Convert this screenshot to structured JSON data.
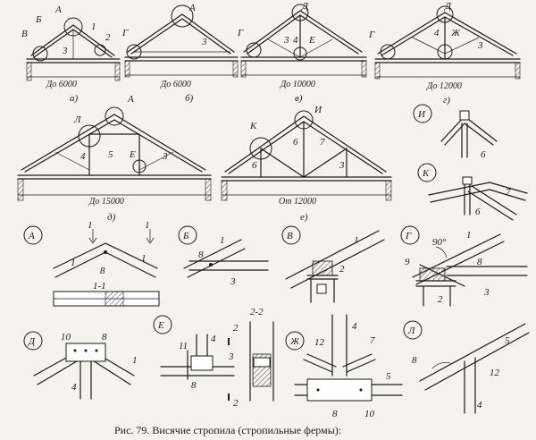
{
  "trusses": [
    {
      "label": "а)",
      "span": "До 6000",
      "nodes": [
        "А",
        "Б",
        "В"
      ],
      "members": [
        "1",
        "2",
        "3"
      ]
    },
    {
      "label": "б)",
      "span": "До 6000",
      "nodes": [
        "А",
        "Г"
      ],
      "members": [
        "3"
      ]
    },
    {
      "label": "в)",
      "span": "До 10000",
      "nodes": [
        "Д",
        "Г",
        "Е"
      ],
      "members": [
        "3",
        "4"
      ]
    },
    {
      "label": "г)",
      "span": "До 12000",
      "nodes": [
        "Д",
        "Г",
        "Ж"
      ],
      "members": [
        "4",
        "3"
      ]
    },
    {
      "label": "д)",
      "span": "До 15000",
      "nodes": [
        "А",
        "Л",
        "Е"
      ],
      "members": [
        "4",
        "5",
        "3"
      ]
    },
    {
      "label": "е)",
      "span": "От 12000",
      "nodes": [
        "И",
        "К"
      ],
      "members": [
        "6",
        "7",
        "6",
        "3"
      ]
    }
  ],
  "details": [
    {
      "id": "И",
      "members": [
        "6"
      ]
    },
    {
      "id": "К",
      "members": [
        "6",
        "7"
      ]
    },
    {
      "id": "А",
      "members": [
        "1",
        "1",
        "8"
      ],
      "section_marks": [
        "1",
        "1"
      ],
      "section": "1-1"
    },
    {
      "id": "Б",
      "members": [
        "1",
        "8",
        "3"
      ]
    },
    {
      "id": "В",
      "members": [
        "1",
        "2"
      ]
    },
    {
      "id": "Г",
      "members": [
        "1",
        "8",
        "2",
        "3",
        "9"
      ],
      "angle": "90°"
    },
    {
      "id": "Д",
      "members": [
        "10",
        "8",
        "1",
        "4"
      ]
    },
    {
      "id": "Е",
      "members": [
        "11",
        "4",
        "3",
        "8"
      ],
      "section_marks": [
        "2",
        "2"
      ],
      "section": "2-2"
    },
    {
      "id": "Ж",
      "members": [
        "12",
        "4",
        "7",
        "5",
        "8",
        "10"
      ]
    },
    {
      "id": "Л",
      "members": [
        "5",
        "8",
        "12",
        "4"
      ]
    }
  ],
  "caption": "Рис. 79. Висячие стропила (стропильные фермы):"
}
